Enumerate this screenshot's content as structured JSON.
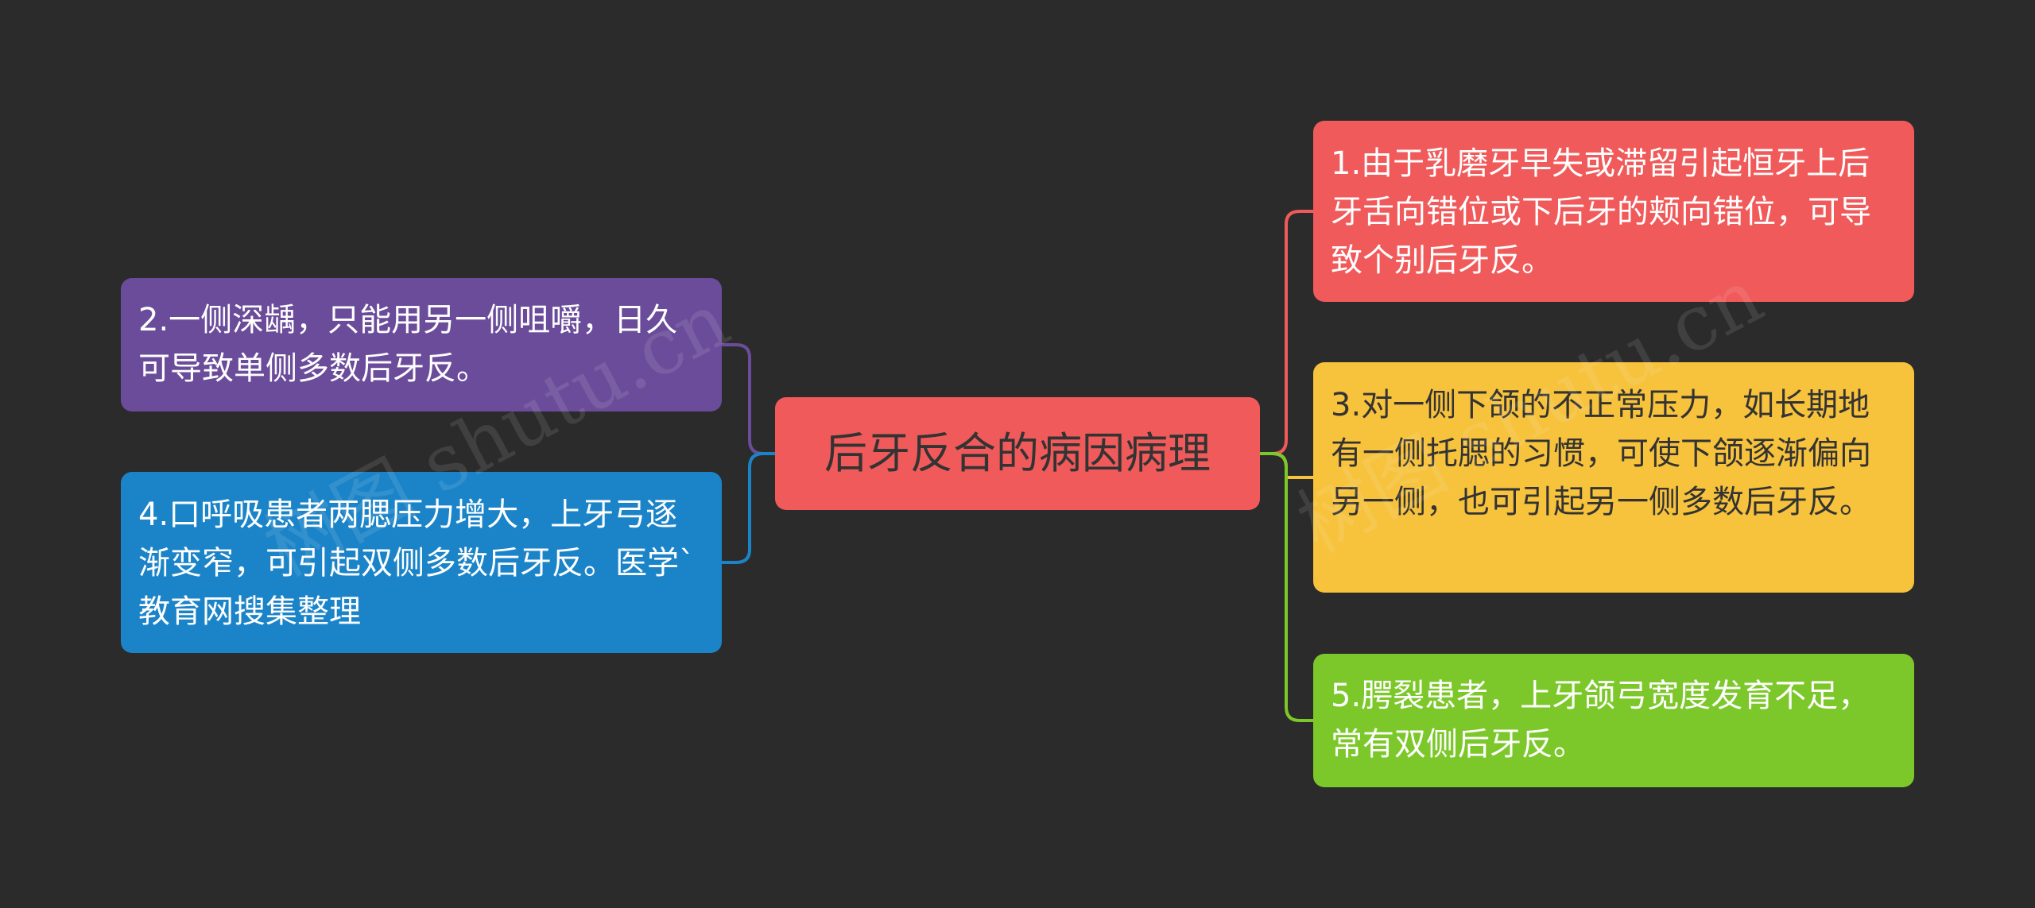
{
  "mindmap": {
    "root": {
      "label": "后牙反合的病因病理",
      "color": "#f05a5a"
    },
    "branches": [
      {
        "id": "n1",
        "label": "1.由于乳磨牙早失或滞留引起恒牙上后牙舌向错位或下后牙的颊向错位，可导致个别后牙反。",
        "color": "#f05a5a",
        "side": "right"
      },
      {
        "id": "n2",
        "label": "2.一侧深龋，只能用另一侧咀嚼，日久可导致单侧多数后牙反。",
        "color": "#6b4c9a",
        "side": "left"
      },
      {
        "id": "n3",
        "label": "3.对一侧下颌的不正常压力，如长期地有一侧托腮的习惯，可使下颌逐渐偏向另一侧，也可引起另一侧多数后牙反。",
        "color": "#f7c23c",
        "side": "right"
      },
      {
        "id": "n4",
        "label": "4.口呼吸患者两腮压力增大，上牙弓逐渐变窄，可引起双侧多数后牙反。医学`教育网搜集整理",
        "color": "#1b84c8",
        "side": "left"
      },
      {
        "id": "n5",
        "label": "5.腭裂患者，上牙颌弓宽度发育不足，常有双侧后牙反。",
        "color": "#7cc82a",
        "side": "right"
      }
    ]
  },
  "watermark": {
    "text": "树图 shutu.cn"
  }
}
